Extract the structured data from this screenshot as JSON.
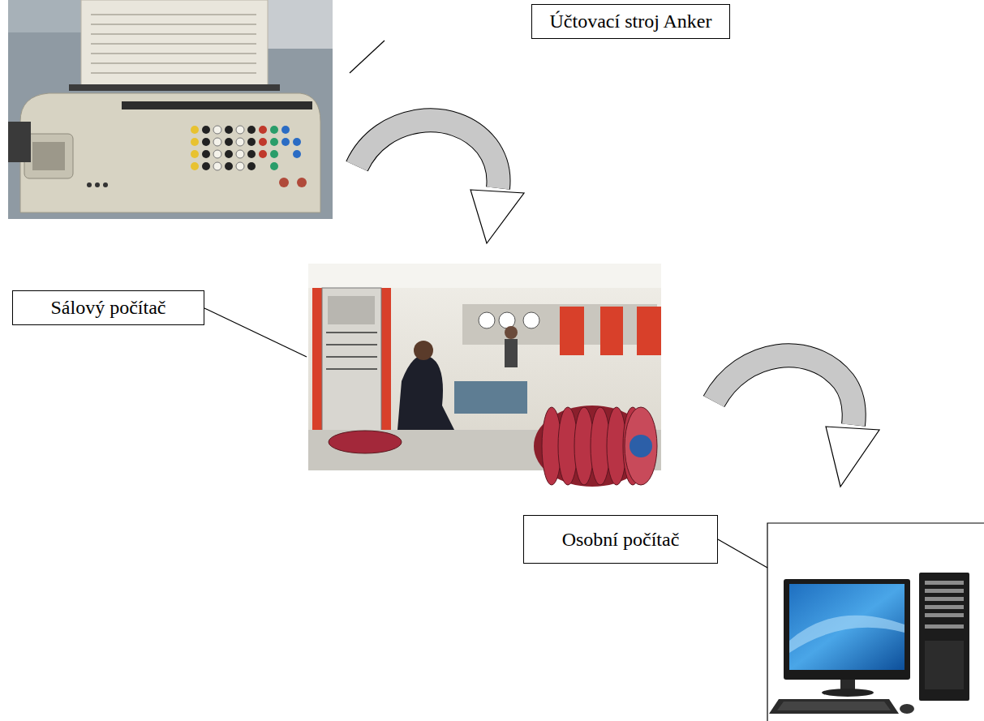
{
  "diagram": {
    "nodes": [
      {
        "text": [
          "Účtovací stroj Anker"
        ]
      },
      {
        "text": [
          "Sálový počítač"
        ]
      },
      {
        "text": [
          "Osobní počítač"
        ]
      }
    ]
  }
}
